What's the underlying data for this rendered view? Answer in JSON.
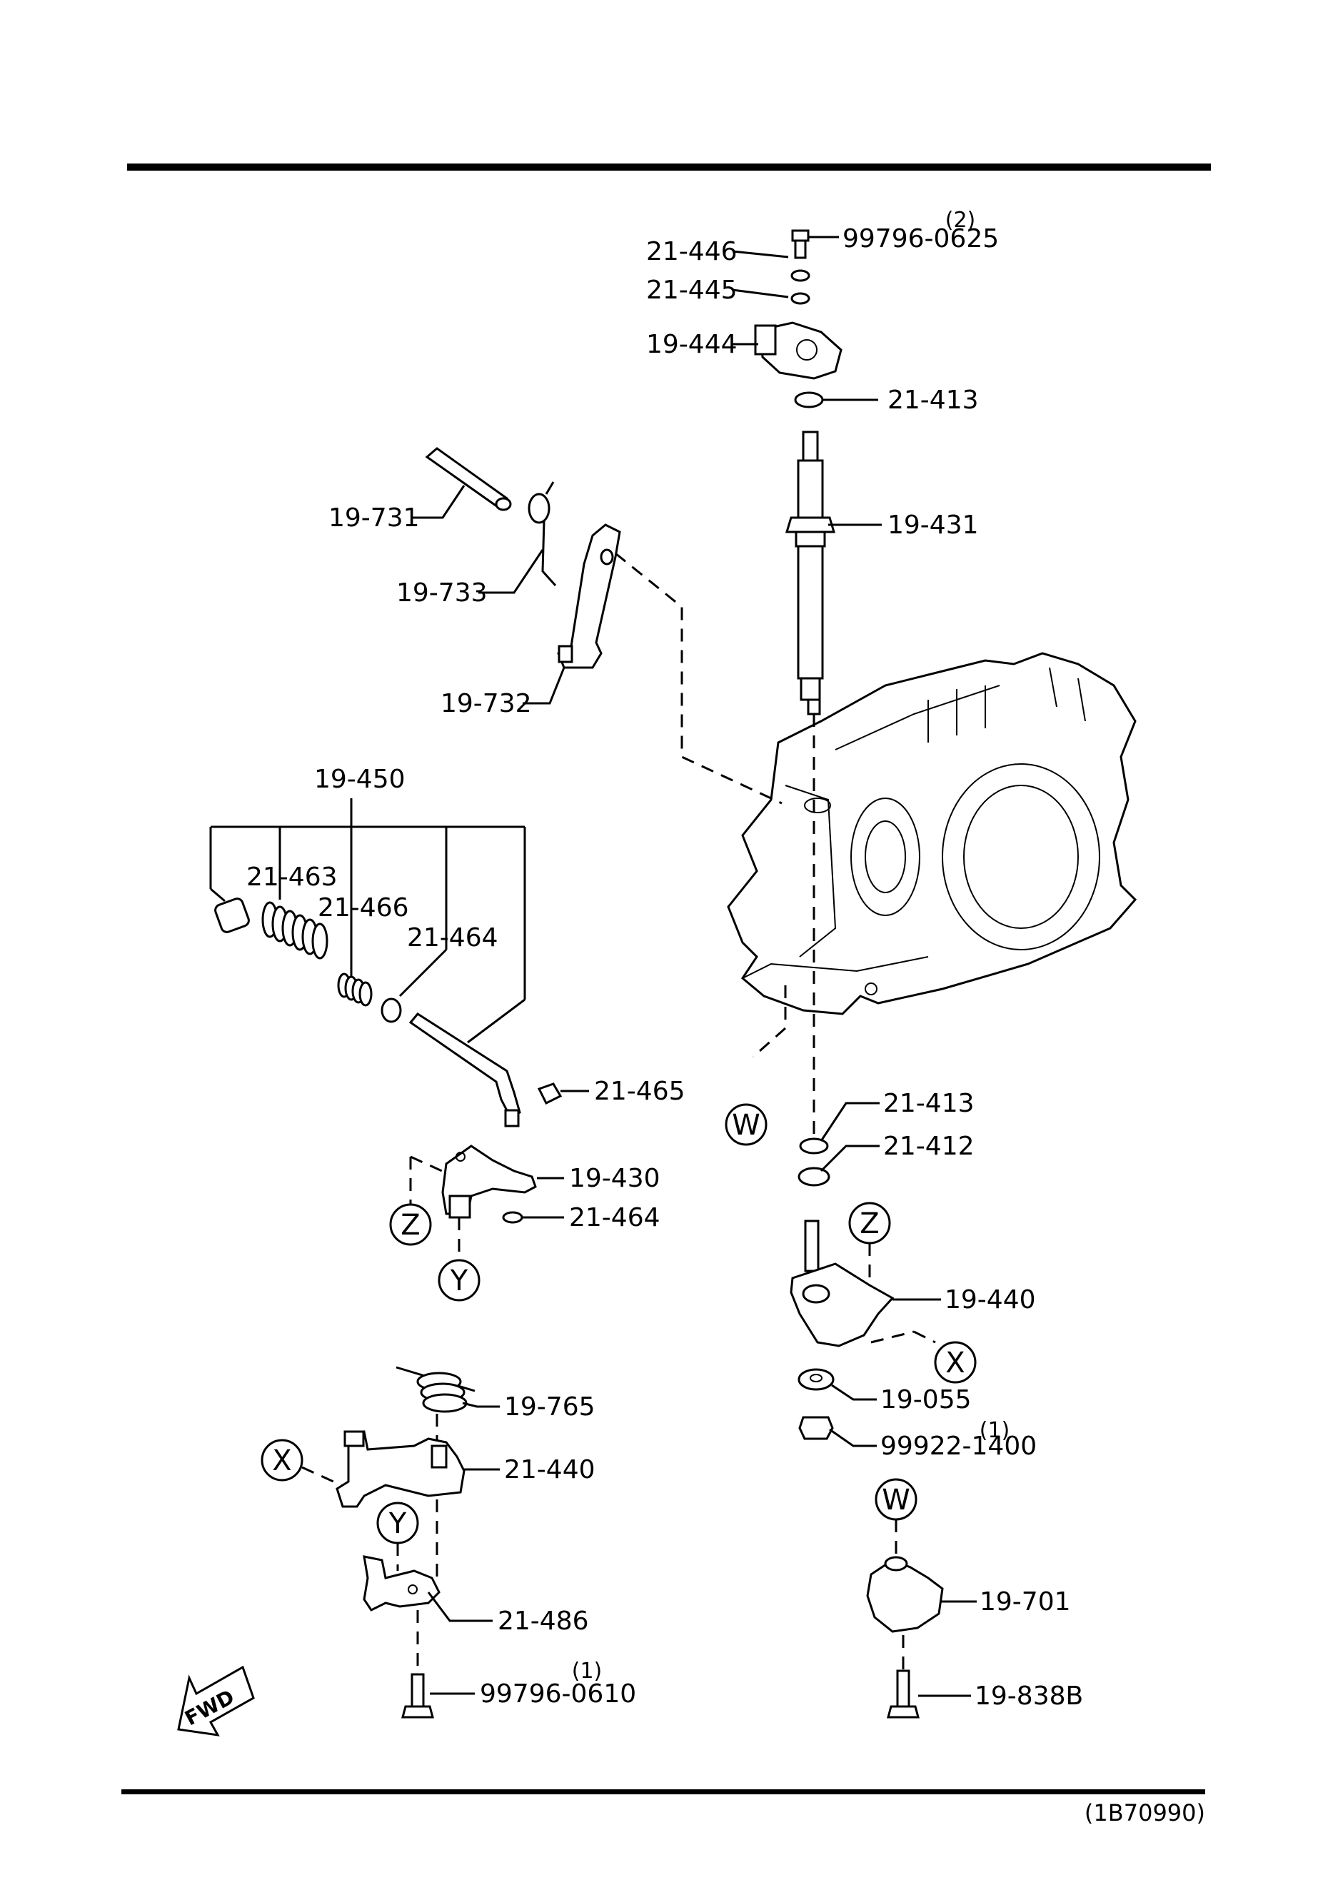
{
  "labels": {
    "p21_446": "21-446",
    "p21_445": "21-445",
    "p19_444": "19-444",
    "p99796_0625": "99796-0625",
    "q_0625": "(2)",
    "p21_413_top": "21-413",
    "p19_431": "19-431",
    "p19_731": "19-731",
    "p19_733": "19-733",
    "p19_732": "19-732",
    "p19_450": "19-450",
    "p21_463": "21-463",
    "p21_466": "21-466",
    "p21_464_a": "21-464",
    "p21_465": "21-465",
    "p19_430": "19-430",
    "p21_464_b": "21-464",
    "p21_413_bot": "21-413",
    "p21_412": "21-412",
    "p19_440": "19-440",
    "p19_055": "19-055",
    "p99922_1400": "99922-1400",
    "q_1400": "(1)",
    "p19_765": "19-765",
    "p21_440": "21-440",
    "p21_486": "21-486",
    "p99796_0610": "99796-0610",
    "q_0610": "(1)",
    "p19_701": "19-701",
    "p19_838b": "19-838B"
  },
  "markers": {
    "w1": "W",
    "w2": "W",
    "z1": "Z",
    "z2": "Z",
    "y1": "Y",
    "y2": "Y",
    "x1": "X",
    "x2": "X"
  },
  "fwd": "FWD",
  "ref_code": "(1B70990)"
}
